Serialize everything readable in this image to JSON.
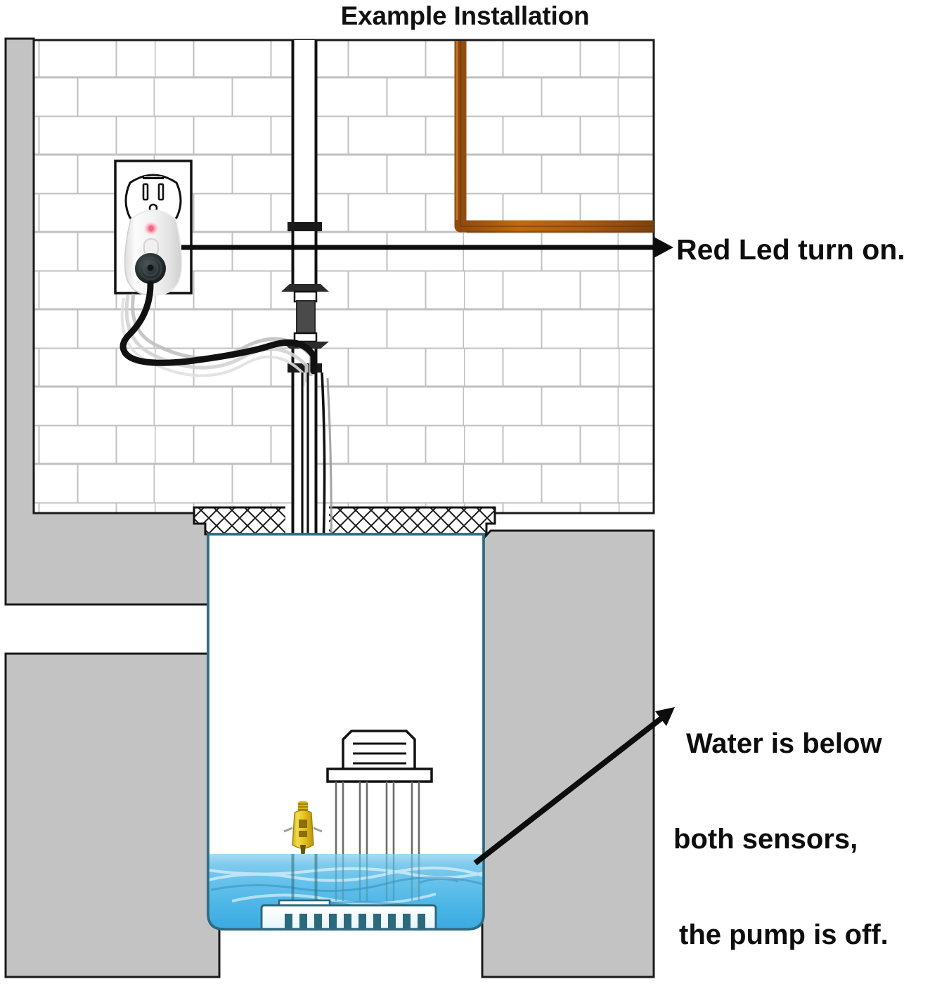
{
  "title": "Example Installation",
  "annotations": {
    "led": {
      "text": "Red Led turn on.",
      "target": "smart-plug-led"
    },
    "water": {
      "line1": "Water is below",
      "line2": "both sensors,",
      "line3": "the pump is off.",
      "target": "sump-water-surface"
    }
  },
  "scene": {
    "wall": {
      "label": "brick-wall",
      "brick_fill": "#ffffff",
      "mortar": "#b9b9b9",
      "brick_width": 110,
      "brick_height": 55
    },
    "foundation": {
      "label": "concrete-foundation",
      "fill": "#c3c3c3",
      "stroke": "#1a1a1a"
    },
    "copper_pipe": {
      "label": "copper-supply-pipe",
      "color": "#b45f14",
      "shadow": "#8c4a10"
    },
    "discharge_pipe": {
      "label": "pvc-discharge-pipe",
      "color": "#ffffff",
      "stroke": "#111111"
    },
    "check_valve": {
      "label": "check-valve",
      "body_color": "#4a4a4a",
      "flange_color": "#2b2b2b"
    },
    "smart_plug": {
      "label": "wifi-smart-plug",
      "body_color": "#f2f2f2",
      "led_color": "#f2708a",
      "led_state": "on",
      "button": "power-button",
      "cord_color": "#111111"
    },
    "outlet": {
      "label": "wall-outlet",
      "plate_color": "#ffffff",
      "stroke": "#111111"
    },
    "sensors": [
      {
        "label": "upper-float-sensor",
        "color": "#e8c725",
        "state": "dry"
      },
      {
        "label": "lower-float-sensor",
        "color": "#e8c725",
        "state": "dry"
      }
    ],
    "sump_pit": {
      "label": "sump-pit",
      "lid": "hatched-concrete-lid",
      "water_color": "#4fb7e8",
      "water_top": "#8fd4f0",
      "basin_stroke": "#2e6b80"
    },
    "pump": {
      "label": "sump-pump",
      "state": "off",
      "body_color": "#ffffff",
      "intake_slot_color": "#2b6a7d",
      "intake_slot_count": 10
    }
  },
  "colors": {
    "ink": "#0d0d0d",
    "gray_concrete": "#c3c3c3",
    "mortar": "#bdbdbd",
    "copper": "#b45f14",
    "sensor_yellow": "#e8c725",
    "water_blue": "#4fb7e8",
    "led_red": "#ef6b87"
  }
}
